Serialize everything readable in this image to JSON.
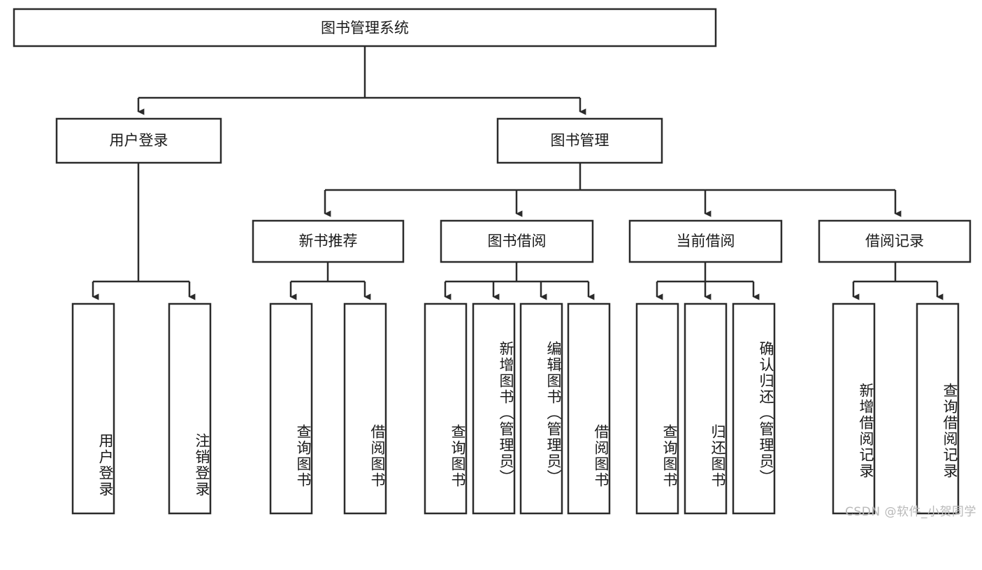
{
  "diagram": {
    "type": "tree-hierarchy",
    "title": "图书管理系统",
    "root": {
      "label": "图书管理系统"
    },
    "level2": [
      {
        "id": "user-login",
        "label": "用户登录"
      },
      {
        "id": "book-manage",
        "label": "图书管理"
      }
    ],
    "level3": [
      {
        "id": "new-book-recommend",
        "label": "新书推荐",
        "parent": "book-manage"
      },
      {
        "id": "book-borrow",
        "label": "图书借阅",
        "parent": "book-manage"
      },
      {
        "id": "current-borrow",
        "label": "当前借阅",
        "parent": "book-manage"
      },
      {
        "id": "borrow-record",
        "label": "借阅记录",
        "parent": "book-manage"
      }
    ],
    "leaves": [
      {
        "id": "leaf-user-login",
        "label": "用户登录",
        "parent": "user-login"
      },
      {
        "id": "leaf-logout-login",
        "label": "注销登录",
        "parent": "user-login"
      },
      {
        "id": "leaf-query-book-1",
        "label": "查询图书",
        "parent": "new-book-recommend"
      },
      {
        "id": "leaf-borrow-book-1",
        "label": "借阅图书",
        "parent": "new-book-recommend"
      },
      {
        "id": "leaf-query-book-2",
        "label": "查询图书",
        "parent": "book-borrow"
      },
      {
        "id": "leaf-add-book",
        "label": "新增图书（管理员）",
        "parent": "book-borrow"
      },
      {
        "id": "leaf-edit-book",
        "label": "编辑图书（管理员）",
        "parent": "book-borrow"
      },
      {
        "id": "leaf-borrow-book-2",
        "label": "借阅图书",
        "parent": "book-borrow"
      },
      {
        "id": "leaf-query-book-3",
        "label": "查询图书",
        "parent": "current-borrow"
      },
      {
        "id": "leaf-return-book",
        "label": "归还图书",
        "parent": "current-borrow"
      },
      {
        "id": "leaf-confirm-return",
        "label": "确认归还（管理员）",
        "parent": "current-borrow"
      },
      {
        "id": "leaf-add-record",
        "label": "新增借阅记录",
        "parent": "borrow-record"
      },
      {
        "id": "leaf-query-record",
        "label": "查询借阅记录",
        "parent": "borrow-record"
      }
    ],
    "colors": {
      "stroke": "#2b2b2b",
      "fill": "#ffffff",
      "text": "#1a1a1a",
      "watermark": "#b9b9b9"
    }
  },
  "watermark": {
    "text": "CSDN @软件_小贺同学"
  }
}
